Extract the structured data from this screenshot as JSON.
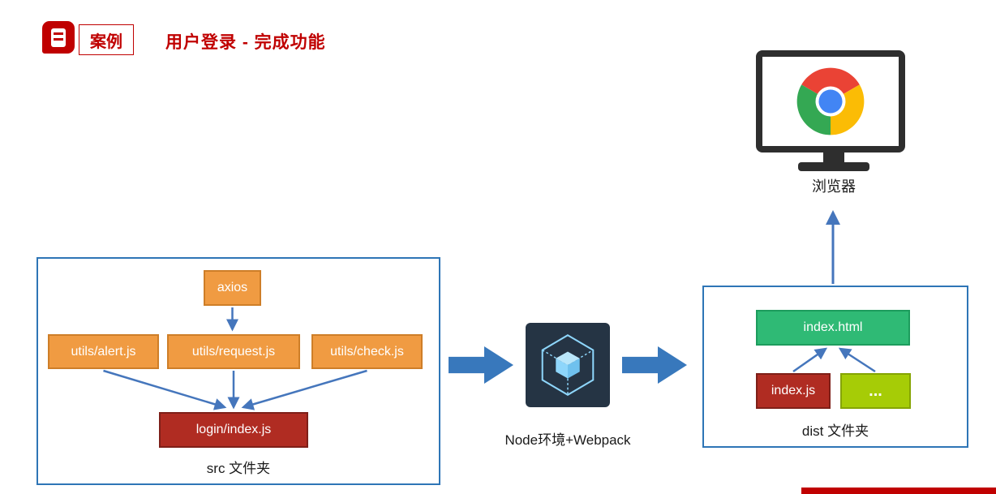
{
  "header": {
    "badge": "案例",
    "title": "用户登录 - 完成功能"
  },
  "src_group": {
    "label": "src 文件夹",
    "nodes": {
      "axios": "axios",
      "alert": "utils/alert.js",
      "request": "utils/request.js",
      "check": "utils/check.js",
      "login": "login/index.js"
    }
  },
  "pipeline": {
    "label": "Node环境+Webpack"
  },
  "dist_group": {
    "label": "dist 文件夹",
    "nodes": {
      "index_html": "index.html",
      "index_js": "index.js",
      "others": "..."
    }
  },
  "browser": {
    "label": "浏览器"
  },
  "colors": {
    "accent_red": "#C00000",
    "node_orange": "#F09B42",
    "node_dark_red": "#B02C22",
    "node_green": "#2FBA75",
    "node_yellow_green": "#A6CC06",
    "connector_blue": "#4576BC",
    "container_border_blue": "#2E75B6",
    "webpack_background": "#253444",
    "webpack_cube_blue": "#8ED6FB"
  }
}
